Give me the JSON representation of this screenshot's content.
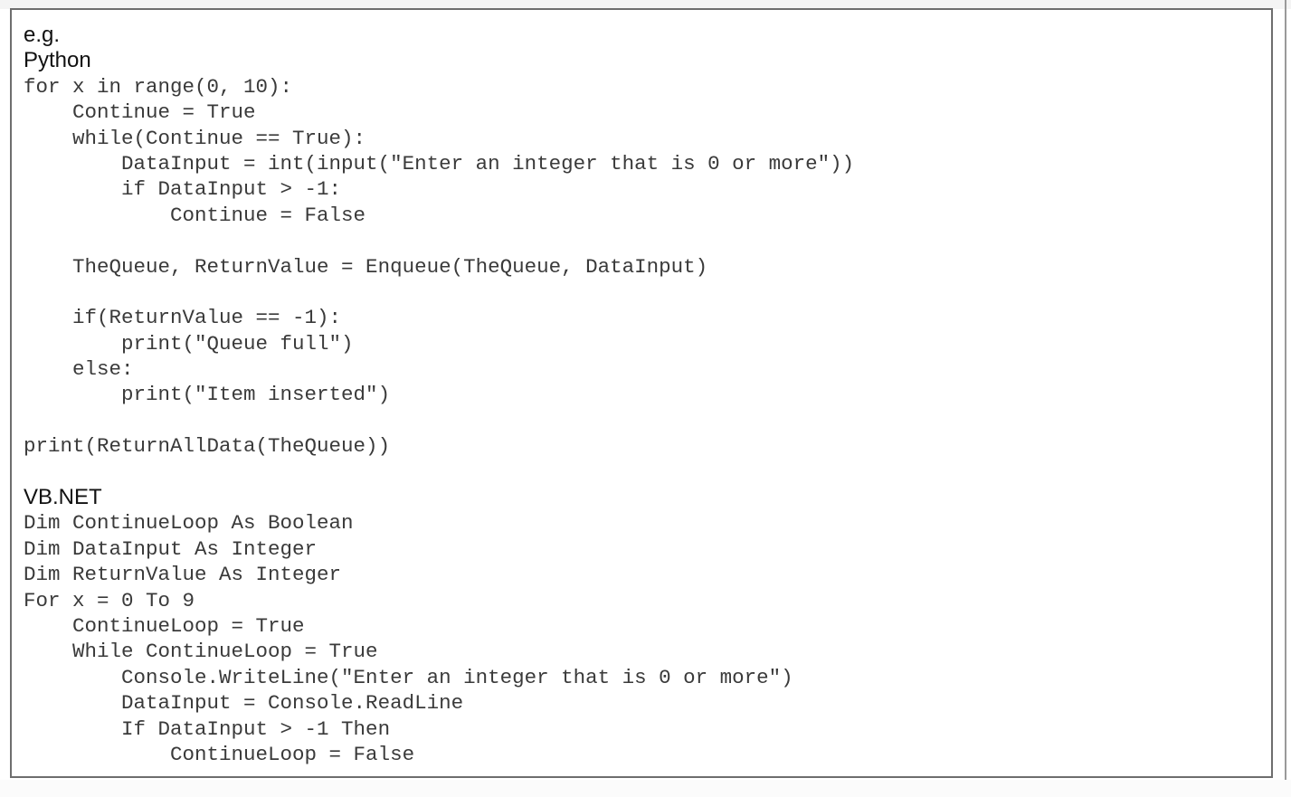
{
  "document": {
    "intro": "e.g.",
    "python": {
      "heading": "Python",
      "code": [
        "for x in range(0, 10):",
        "    Continue = True",
        "    while(Continue == True):",
        "        DataInput = int(input(\"Enter an integer that is 0 or more\"))",
        "        if DataInput > -1:",
        "            Continue = False",
        "",
        "    TheQueue, ReturnValue = Enqueue(TheQueue, DataInput)",
        "",
        "    if(ReturnValue == -1):",
        "        print(\"Queue full\")",
        "    else:",
        "        print(\"Item inserted\")",
        "",
        "print(ReturnAllData(TheQueue))",
        ""
      ]
    },
    "vbnet": {
      "heading": "VB.NET",
      "code": [
        "Dim ContinueLoop As Boolean",
        "Dim DataInput As Integer",
        "Dim ReturnValue As Integer",
        "For x = 0 To 9",
        "    ContinueLoop = True",
        "    While ContinueLoop = True",
        "        Console.WriteLine(\"Enter an integer that is 0 or more\")",
        "        DataInput = Console.ReadLine",
        "        If DataInput > -1 Then",
        "            ContinueLoop = False"
      ]
    }
  }
}
